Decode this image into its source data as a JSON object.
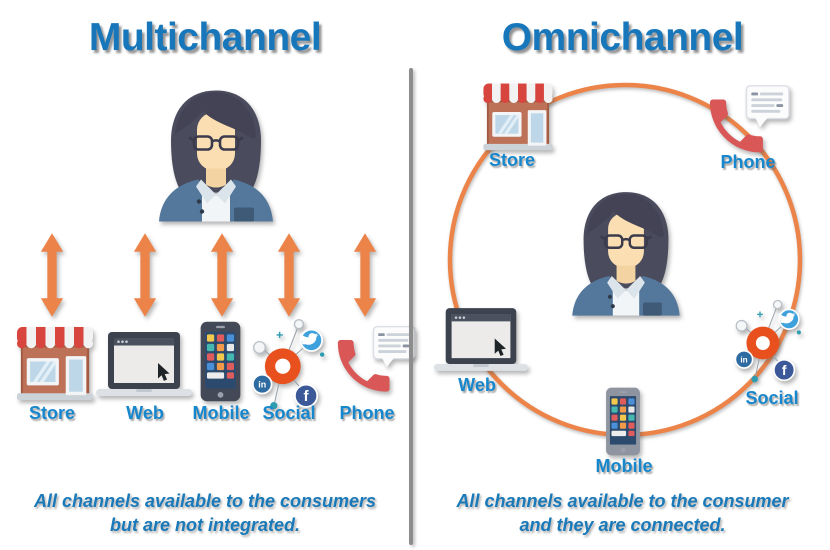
{
  "left": {
    "title": "Multichannel",
    "channels": [
      {
        "id": "store",
        "label": "Store"
      },
      {
        "id": "web",
        "label": "Web"
      },
      {
        "id": "mobile",
        "label": "Mobile"
      },
      {
        "id": "social",
        "label": "Social"
      },
      {
        "id": "phone",
        "label": "Phone"
      }
    ],
    "caption": {
      "line1": "All channels available to the consumers",
      "line2": "but are not integrated."
    }
  },
  "right": {
    "title": "Omnichannel",
    "channels": [
      {
        "id": "store",
        "label": "Store"
      },
      {
        "id": "phone",
        "label": "Phone"
      },
      {
        "id": "web",
        "label": "Web"
      },
      {
        "id": "social",
        "label": "Social"
      },
      {
        "id": "mobile",
        "label": "Mobile"
      }
    ],
    "caption": {
      "line1": "All channels available to the consumer",
      "line2": "and they are connected."
    }
  },
  "icons": {
    "person": "customer-person-icon",
    "store": "storefront-icon",
    "web": "laptop-browser-icon",
    "mobile": "smartphone-apps-icon",
    "social": "social-network-hub-icon",
    "phone": "telephone-handset-icon",
    "arrow": "double-headed-arrow-icon",
    "social_glyphs": {
      "facebook": "f",
      "linkedin": "in"
    }
  },
  "colors": {
    "title_blue": "#1877BB",
    "label_blue": "#1787CD",
    "caption_blue": "#1A79B8",
    "orange": "#EC8348",
    "divider_gray": "#8D8D8D",
    "handset_red": "#D95757",
    "awning_red": "#D8453F"
  }
}
